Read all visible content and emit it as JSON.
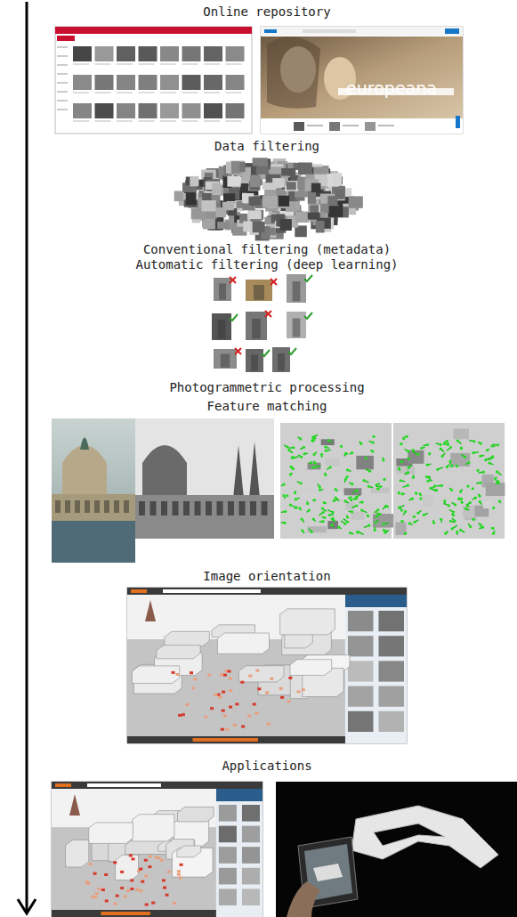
{
  "diagram": {
    "labels": [
      "Online repository",
      "europeana",
      "Data filtering",
      "Conventional filtering (metadata)",
      "Automatic filtering (deep learning)",
      "Photogrammetric processing",
      "Feature matching",
      "Image orientation",
      "Applications"
    ]
  }
}
